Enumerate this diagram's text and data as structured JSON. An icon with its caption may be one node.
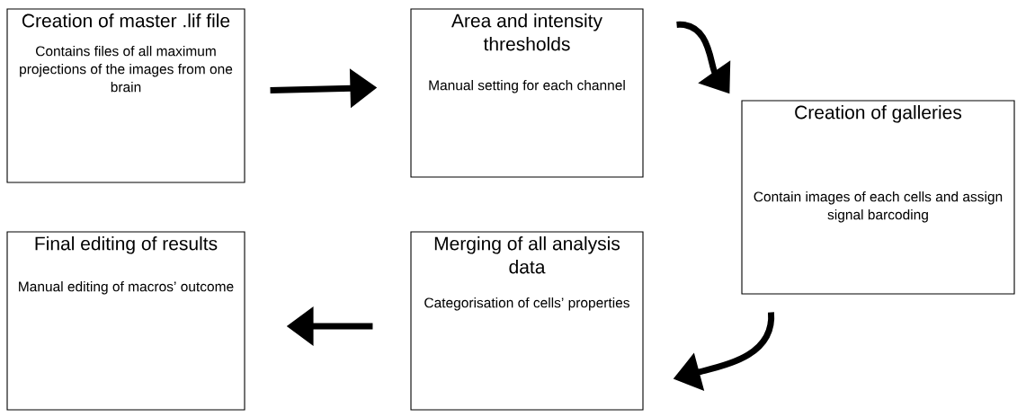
{
  "diagram": {
    "nodes": [
      {
        "text": [
          "Creation of master .lif file",
          "Contains files of all maximum projections of the images from one brain"
        ]
      },
      {
        "text": [
          "Area and intensity thresholds",
          "Manual setting for each channel"
        ]
      },
      {
        "text": [
          "Creation of galleries",
          "Contain images of each cells and assign signal barcoding"
        ]
      },
      {
        "text": [
          "Merging of all analysis data",
          "Categorisation of cells’ properties"
        ]
      },
      {
        "text": [
          "Final editing of results",
          "Manual editing of macros’ outcome"
        ]
      }
    ],
    "edges": [
      {
        "from": 0,
        "to": 1,
        "arrow": "to"
      },
      {
        "from": 1,
        "to": 2,
        "arrow": "to"
      },
      {
        "from": 2,
        "to": 3,
        "arrow": "to"
      },
      {
        "from": 3,
        "to": 4,
        "arrow": "to"
      }
    ]
  }
}
